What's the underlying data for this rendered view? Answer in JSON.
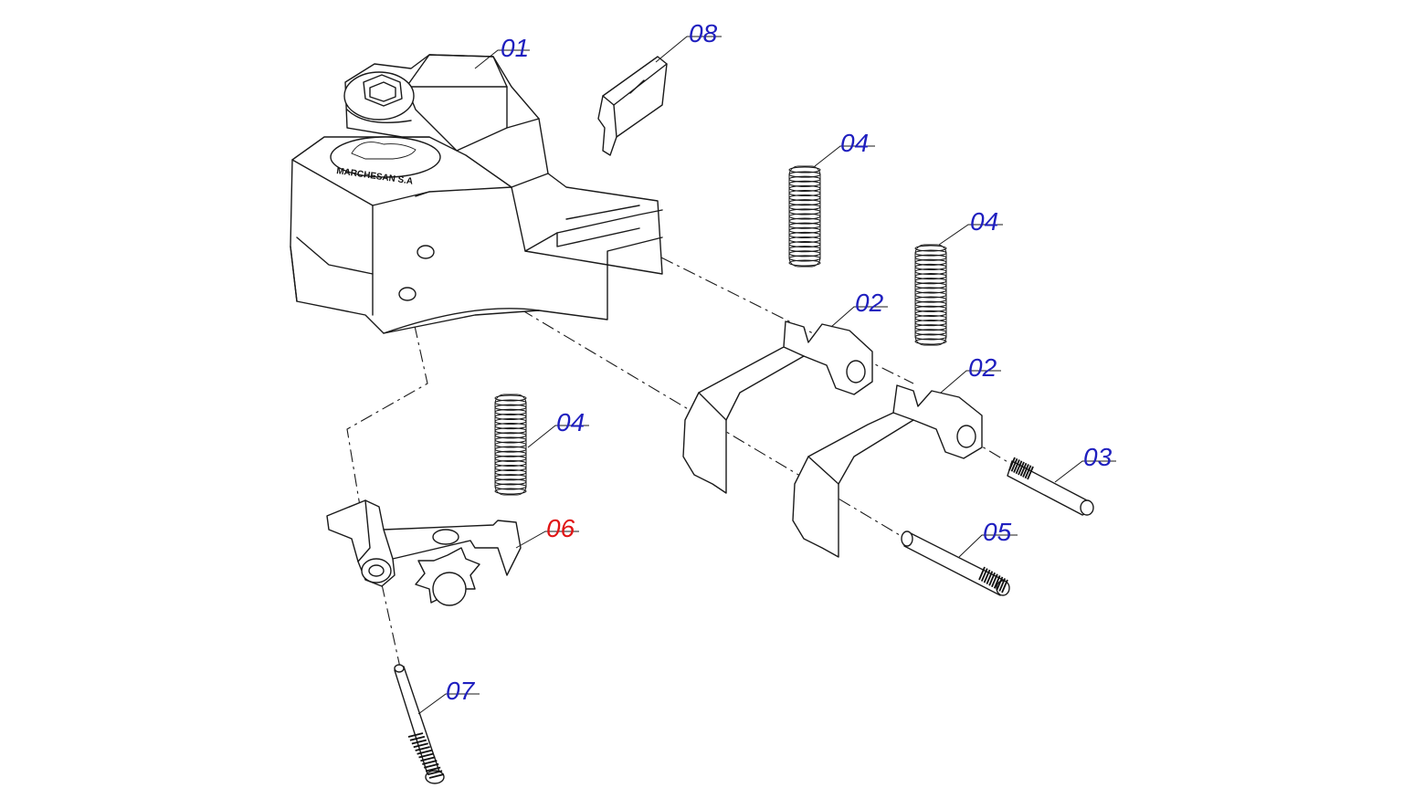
{
  "diagram": {
    "brand_logo_text": "MARCHESAN S.A",
    "label_color_default": "#1f1fbf",
    "label_color_highlight": "#e01515",
    "callouts": [
      {
        "id": "c01",
        "text": "01",
        "color": "#1f1fbf"
      },
      {
        "id": "c08",
        "text": "08",
        "color": "#1f1fbf"
      },
      {
        "id": "c04a",
        "text": "04",
        "color": "#1f1fbf"
      },
      {
        "id": "c04b",
        "text": "04",
        "color": "#1f1fbf"
      },
      {
        "id": "c02a",
        "text": "02",
        "color": "#1f1fbf"
      },
      {
        "id": "c02b",
        "text": "02",
        "color": "#1f1fbf"
      },
      {
        "id": "c04c",
        "text": "04",
        "color": "#1f1fbf"
      },
      {
        "id": "c03",
        "text": "03",
        "color": "#1f1fbf"
      },
      {
        "id": "c06",
        "text": "06",
        "color": "#e01515"
      },
      {
        "id": "c05",
        "text": "05",
        "color": "#1f1fbf"
      },
      {
        "id": "c07",
        "text": "07",
        "color": "#1f1fbf"
      }
    ]
  }
}
